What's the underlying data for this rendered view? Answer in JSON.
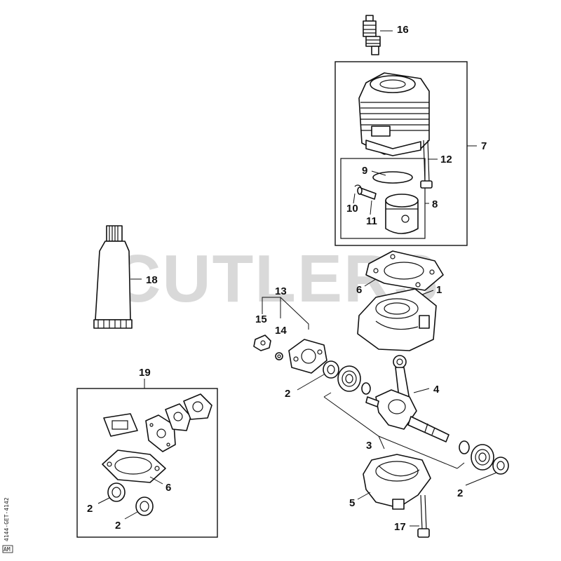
{
  "watermark": "CUTLERS",
  "side_code": "4144-GET-4142",
  "side_tag": "AM",
  "callouts": {
    "c1": "1",
    "c2a": "2",
    "c2b": "2",
    "c2c": "2",
    "c2d": "2",
    "c3": "3",
    "c4": "4",
    "c5": "5",
    "c6a": "6",
    "c6b": "6",
    "c7": "7",
    "c8": "8",
    "c9": "9",
    "c10": "10",
    "c11": "11",
    "c12": "12",
    "c13": "13",
    "c14": "14",
    "c15": "15",
    "c16": "16",
    "c17": "17",
    "c18": "18",
    "c19": "19"
  }
}
